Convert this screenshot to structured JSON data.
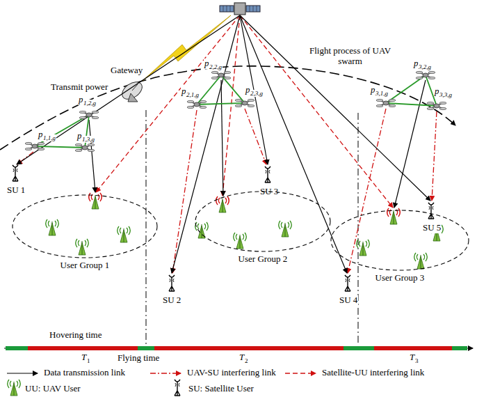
{
  "diagram": {
    "nodes": [
      {
        "text": [
          "User Group 1"
        ]
      },
      {
        "text": [
          "User Group 2"
        ]
      },
      {
        "text": [
          "User Group 3"
        ]
      }
    ],
    "labels": [
      "Gateway",
      "Transmit power",
      "p",
      "1,2,g",
      "p",
      "1,1,g",
      "p",
      "1,3,g",
      "Flight process of UAV swarm",
      "p",
      "2,2,g",
      "p",
      "2,1,g",
      "p",
      "2,3,g",
      "p",
      "3,2,g",
      "p",
      "3,1,g",
      "p",
      "3,3,g",
      "SU 1",
      "SU 3",
      "SU 5",
      "SU 2",
      "SU 4",
      "Hovering time",
      "Flying time",
      "T",
      "1",
      "T",
      "2",
      "T",
      "3"
    ],
    "legend": [
      {
        "text": "Data transmission link"
      },
      {
        "text": "UAV-SU interfering link"
      },
      {
        "text": "Satellite-UU interfering link"
      },
      {
        "text": "UU: UAV User"
      },
      {
        "text": "SU: Satellite User"
      }
    ]
  }
}
